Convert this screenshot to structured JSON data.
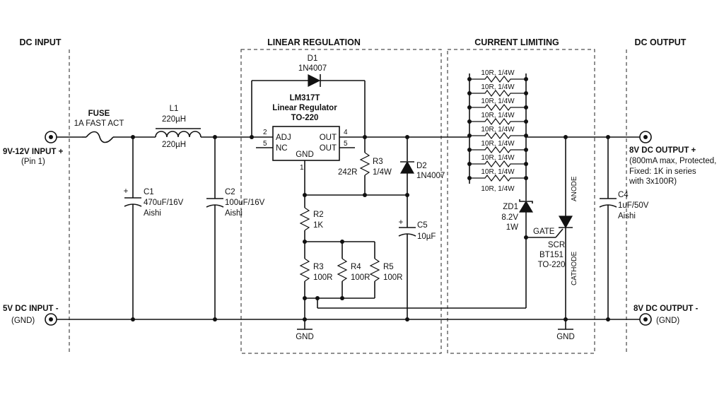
{
  "sections": {
    "dc_input": "DC INPUT",
    "linear_regulation": "LINEAR REGULATION",
    "current_limiting": "CURRENT LIMITING",
    "dc_output": "DC OUTPUT"
  },
  "input": {
    "pos_label": "9V-12V INPUT +",
    "pos_sub": "(Pin 1)",
    "neg_label": "5V DC INPUT -",
    "neg_sub": "(GND)"
  },
  "fuse": {
    "name": "FUSE",
    "rating": "1A FAST ACT"
  },
  "l1": {
    "name": "L1",
    "value_top": "220µH",
    "value_bottom": "220µH"
  },
  "c1": {
    "name": "C1",
    "value": "470uF/16V",
    "brand": "Aishi",
    "polarity": "+"
  },
  "c2": {
    "name": "C2",
    "value": "100uF/16V",
    "brand": "Aishi"
  },
  "d1": {
    "name": "D1",
    "part": "1N4007"
  },
  "regulator": {
    "part": "LM317T",
    "type": "Linear Regulator",
    "package": "TO-220",
    "pins": {
      "adj": "ADJ",
      "nc": "NC",
      "out1": "OUT",
      "out2": "OUT",
      "gnd": "GND",
      "n2": "2",
      "n5l": "5",
      "n4": "4",
      "n5r": "5",
      "n1": "1"
    }
  },
  "r3_top": {
    "name": "R3",
    "power": "1/4W",
    "value": "242R"
  },
  "d2": {
    "name": "D2",
    "part": "1N4007"
  },
  "c5": {
    "name": "C5",
    "value": "10µF",
    "polarity": "+"
  },
  "r2": {
    "name": "R2",
    "value": "1K"
  },
  "r3_low": {
    "name": "R3",
    "value": "100R"
  },
  "r4": {
    "name": "R4",
    "value": "100R"
  },
  "r5": {
    "name": "R5",
    "value": "100R"
  },
  "gnd_label": "GND",
  "limiter": {
    "resistor_label": "10R, 1/4W",
    "resistor_count": 8
  },
  "zd1": {
    "name": "ZD1",
    "voltage": "8.2V",
    "power": "1W"
  },
  "scr": {
    "gate": "GATE",
    "type": "SCR",
    "part": "BT151",
    "package": "TO-220",
    "anode": "ANODE",
    "cathode": "CATHODE"
  },
  "c4": {
    "name": "C4",
    "value": "1uF/50V",
    "brand": "Aishi"
  },
  "output": {
    "pos_label": "8V DC OUTPUT +",
    "pos_line1": "(800mA max, Protected,",
    "pos_line2": "Fixed: 1K in series",
    "pos_line3": "with 3x100R)",
    "neg_label": "8V DC OUTPUT -",
    "neg_sub": "(GND)"
  }
}
